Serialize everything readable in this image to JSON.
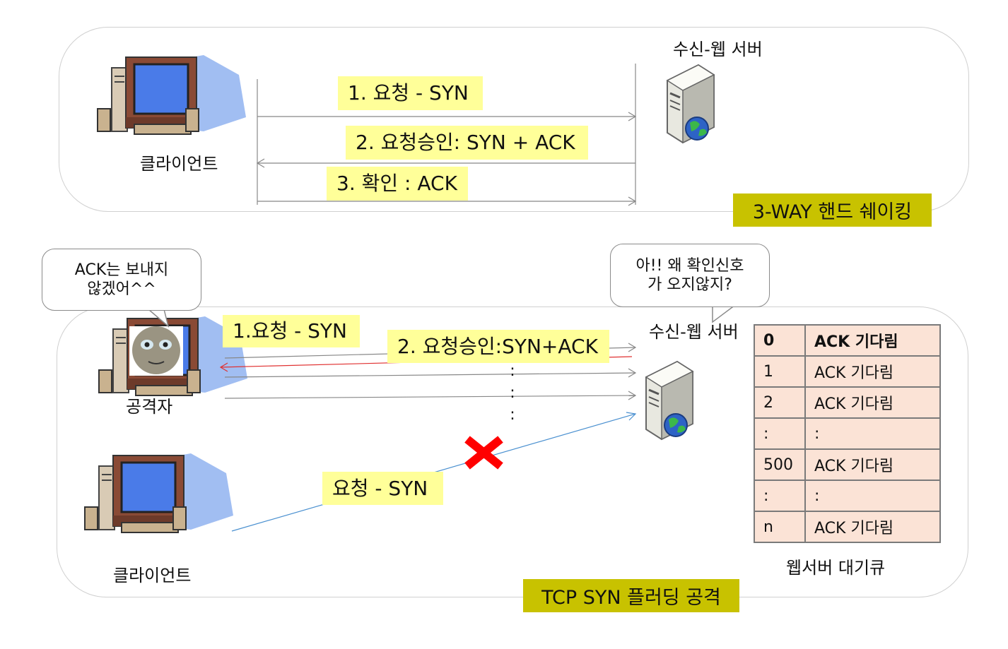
{
  "top": {
    "title": "3-WAY 핸드 쉐이킹",
    "client_label": "클라이언트",
    "server_label": "수신-웹 서버",
    "steps": [
      "1. 요청 - SYN",
      "2. 요청승인: SYN + ACK",
      "3. 확인 : ACK"
    ]
  },
  "bottom": {
    "title": "TCP SYN 플러딩 공격",
    "attacker_label": "공격자",
    "attacker_bubble": [
      "ACK는 보내지",
      "않겠어^^"
    ],
    "server_bubble": [
      "아!! 왜 확인신호",
      "가 오지않지?"
    ],
    "server_label": "수신-웹 서버",
    "step1": "1.요청 - SYN",
    "step2": "2. 요청승인:SYN+ACK",
    "client_label": "클라이언트",
    "client_request": "요청 - SYN",
    "dots": [
      ":",
      ":",
      ":"
    ],
    "queue_caption": "웹서버 대기큐",
    "queue": [
      [
        "0",
        "ACK 기다림"
      ],
      [
        "1",
        "ACK 기다림"
      ],
      [
        "2",
        "ACK 기다림"
      ],
      [
        ":",
        ":"
      ],
      [
        "500",
        "ACK 기다림"
      ],
      [
        ":",
        ":"
      ],
      [
        "n",
        "ACK 기다림"
      ]
    ]
  },
  "colors": {
    "label_bg": "#ffff99",
    "title_bg": "#c8c200",
    "queue_bg": "#fbe3d6",
    "reply_arrow": "#e03030",
    "client_arrow": "#4a90d0",
    "block_mark": "#ff0000"
  },
  "icons": [
    "desktop-computer-icon",
    "server-icon",
    "globe-icon",
    "gollum-face-icon",
    "blocked-x-icon"
  ]
}
